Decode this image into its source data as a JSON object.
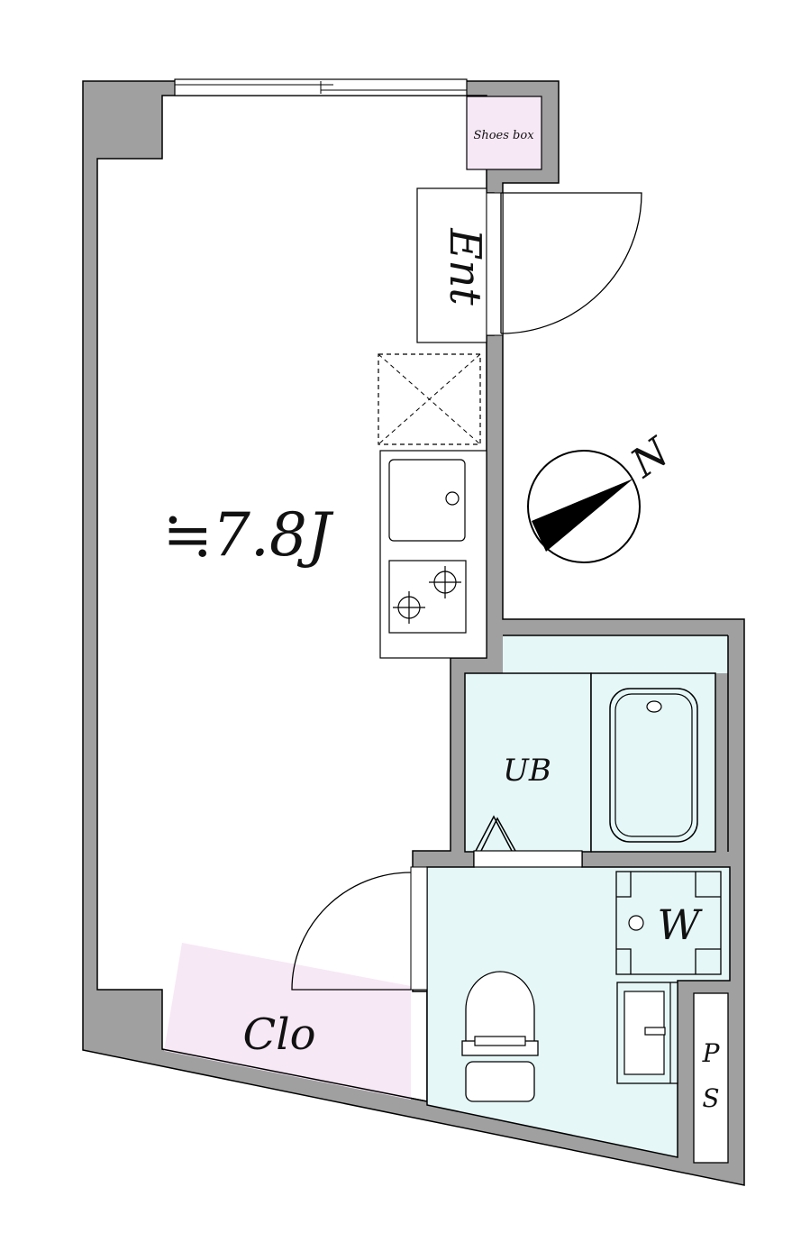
{
  "labels": {
    "shoes_box": "Shoes box",
    "entrance": "Ent",
    "room_size": "≒7.8J",
    "unit_bath": "UB",
    "washer": "W",
    "closet": "Clo",
    "pipe_space_top": "P",
    "pipe_space_bottom": "S",
    "north": "N"
  },
  "colors": {
    "wall": "#a0a0a0",
    "floor": "#ffffff",
    "wet_area": "#e6f7f7",
    "storage": "#f7e8f6",
    "line": "#000000"
  }
}
